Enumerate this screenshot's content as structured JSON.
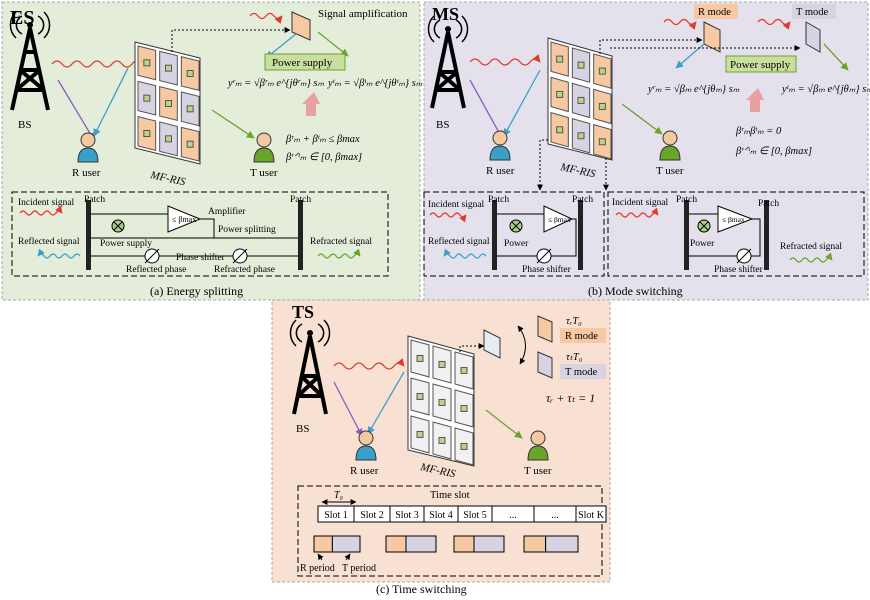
{
  "panels": {
    "es": {
      "tag": "ES",
      "caption": "(a) Energy splitting",
      "bs": "BS",
      "r_user": "R user",
      "t_user": "T user",
      "surface": "MF-RIS",
      "signal_amp": "Signal amplification",
      "power_supply": "Power supply",
      "eq_r": "yʳₘ = √βʳₘ e^{jθʳₘ} sₘ",
      "eq_t": "yᵗₘ = √βᵗₘ e^{jθᵗₘ} sₘ",
      "cons1": "βʳₘ + βᵗₘ ≤ βmax",
      "cons2": "βʳᐟᵗₘ ∈ [0, βmax]",
      "circuit": {
        "incident": "Incident signal",
        "patch_left": "Patch",
        "patch_right": "Patch",
        "amplifier": "Amplifier",
        "amp_sym": "≤ βmax",
        "power_splitting": "Power splitting",
        "power_supply": "Power supply",
        "phase_shifter": "Phase shifter",
        "reflected_signal": "Reflected signal",
        "refracted_signal": "Refracted signal",
        "reflected_phase": "Reflected phase",
        "refracted_phase": "Refracted phase"
      }
    },
    "ms": {
      "tag": "MS",
      "caption": "(b) Mode switching",
      "bs": "BS",
      "r_user": "R user",
      "t_user": "T user",
      "surface": "MF-RIS",
      "r_mode": "R mode",
      "t_mode": "T mode",
      "power_supply": "Power supply",
      "eq_r": "yʳₘ = √βₘ e^{jθₘ} sₘ",
      "eq_t": "yᵗₘ = √βₘ e^{jθₘ} sₘ",
      "cons1": "βʳₘβᵗₘ = 0",
      "cons2": "βʳᐟᵗₘ ∈ [0, βmax]",
      "circuit": {
        "incident_l": "Incident signal",
        "patch_l": "Patch",
        "patch_r": "Patch",
        "power_l": "Power",
        "phase_l": "Phase shifter",
        "reflected": "Reflected signal",
        "incident_r": "Incident signal",
        "patch_l2": "Patch",
        "patch_r2": "Patch",
        "power_r": "Power",
        "phase_r": "Phase shifter",
        "refracted": "Refracted signal",
        "amp_sym": "≤ βmax"
      }
    },
    "ts": {
      "tag": "TS",
      "caption": "(c) Time switching",
      "bs": "BS",
      "r_user": "R user",
      "t_user": "T user",
      "surface": "MF-RIS",
      "tr_t0": "τᵣT₀",
      "r_mode": "R mode",
      "tt_t0": "τₜT₀",
      "t_mode": "T mode",
      "tau_eq": "τᵣ + τₜ = 1",
      "time_slot": "Time slot",
      "t0": "T₀",
      "slots": [
        "Slot 1",
        "Slot 2",
        "Slot 3",
        "Slot 4",
        "Slot 5",
        "...",
        "...",
        "Slot K"
      ],
      "r_period": "R period",
      "t_period": "T period"
    }
  },
  "colors": {
    "es_bg": "#e4edd9",
    "ms_bg": "#e4e1ec",
    "ts_bg": "#f8e1d3",
    "red_wave": "#e23a2a",
    "blue_wave": "#3aa0c8",
    "purple_wave": "#8a5cc0",
    "green_wave": "#6aa52a",
    "ps_box": "#c9df9f",
    "rmode_box": "#f6c9a2",
    "tmode_box": "#d7d3e2"
  }
}
